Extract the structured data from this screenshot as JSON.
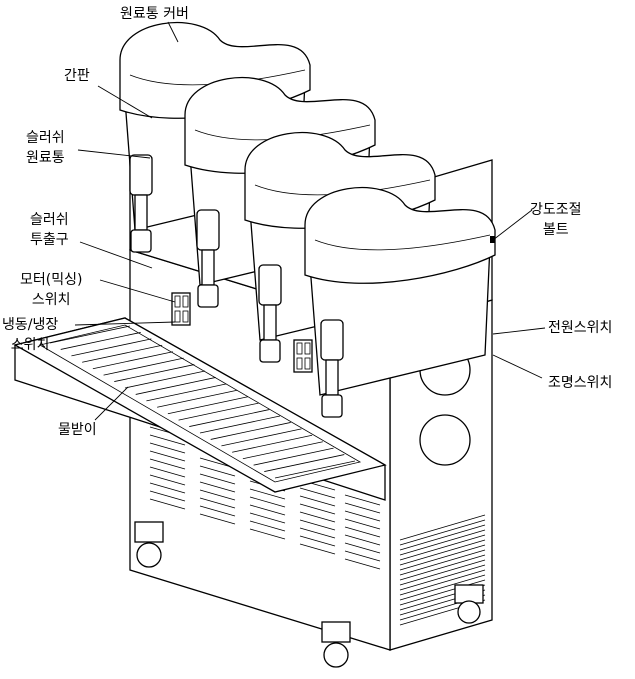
{
  "labels": {
    "hopper_cover": "원료통 커버",
    "signboard": "간판",
    "slush_hopper": [
      "슬러쉬",
      "원료통"
    ],
    "slush_dispenser": [
      "슬러쉬",
      "투출구"
    ],
    "motor_switch": [
      "모터(믹싱)",
      "스위치"
    ],
    "freeze_switch": [
      "냉동/냉장",
      "스위치"
    ],
    "drip_tray": "물받이",
    "strength_bolt": [
      "강도조절",
      "볼트"
    ],
    "power_switch": "전원스위치",
    "light_switch": "조명스위치"
  }
}
